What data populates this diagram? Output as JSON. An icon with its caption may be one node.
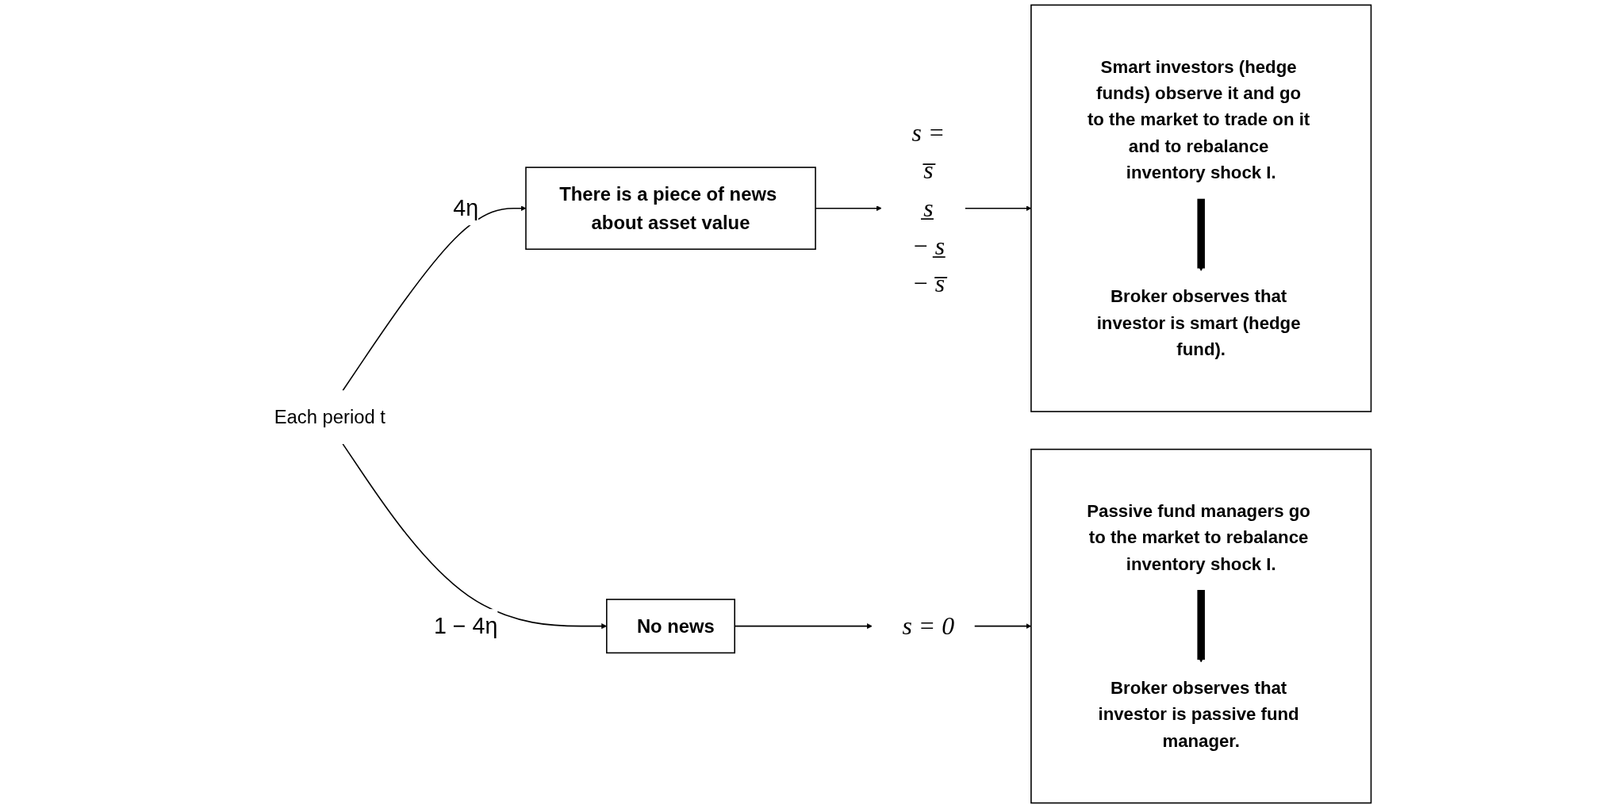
{
  "diagram": {
    "nodes": [
      {
        "text": [
          "Each period t"
        ]
      },
      {
        "text": [
          "There is a piece of news about asset value"
        ]
      },
      {
        "text": [
          "No news"
        ]
      },
      {
        "text": [
          "s =",
          "s̅",
          "s̲",
          "− s̲",
          "− s̅"
        ]
      },
      {
        "text": [
          "s = 0"
        ]
      },
      {
        "text": [],
        "shape": "box"
      },
      {
        "text": [
          "Smart investors (hedge funds) observe it and go to the market to trade on it and to rebalance inventory shock I."
        ],
        "in": 5
      },
      {
        "text": [
          "Broker observes that investor is smart (hedge fund)."
        ],
        "in": 5
      },
      {
        "text": [],
        "shape": "box"
      },
      {
        "text": [
          "Passive fund managers go to the market to rebalance inventory shock I."
        ],
        "in": 8
      },
      {
        "text": [
          "Broker observes that investor is passive fund manager."
        ],
        "in": 8
      }
    ],
    "edges": [
      {
        "from": 0,
        "to": 1,
        "arrow": "to",
        "label": "4η"
      },
      {
        "from": 0,
        "to": 2,
        "arrow": "to",
        "label": "1 − 4η"
      },
      {
        "from": 1,
        "to": 3,
        "arrow": "to"
      },
      {
        "from": 3,
        "to": 5,
        "arrow": "to"
      },
      {
        "from": 2,
        "to": 4,
        "arrow": "to"
      },
      {
        "from": 4,
        "to": 8,
        "arrow": "to"
      },
      {
        "from": 6,
        "to": 7,
        "arrow": "to",
        "style": "thick"
      },
      {
        "from": 9,
        "to": 10,
        "arrow": "to",
        "style": "thick"
      }
    ]
  }
}
